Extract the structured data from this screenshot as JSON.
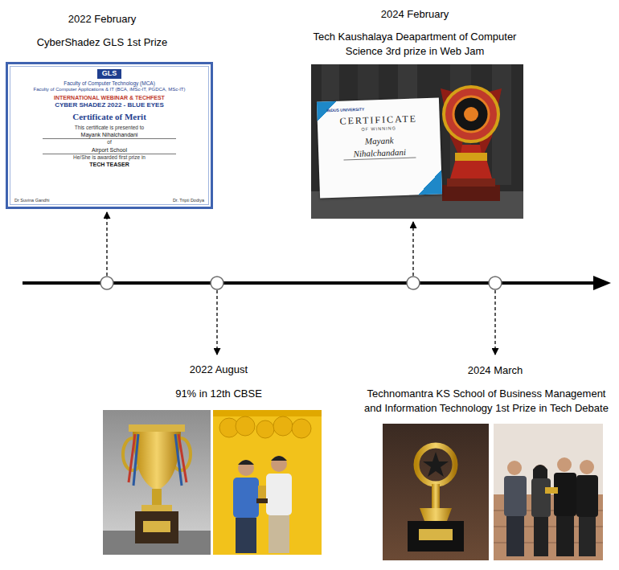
{
  "diagram": {
    "nodes": [
      {
        "text": [
          "GLS",
          "Faculty of Computer Technology (MCA)",
          "Faculty of Computer Applications & IT (BCA, iMSc-IT, PGDCA, MSc-IT)",
          "INTERNATIONAL WEBINAR & TECHFEST",
          "CYBER SHADEZ 2022 - BLUE EYES",
          "Certificate of Merit",
          "This certificate is presented to",
          "Mayank Nihalchandani",
          "of",
          "Airport School",
          "He/She is awarded first prize in",
          "TECH TEASER",
          "Dr Suvina Gandhi",
          "Dr. Tripti Dodiya"
        ]
      },
      {
        "text": [
          "INDUS UNIVERSITY",
          "CERTIFICATE",
          "OF WINNING",
          "Mayank Nihalchandani"
        ]
      }
    ],
    "labels": [
      "2022 February",
      "CyberShadez GLS 1st Prize",
      "2024 February",
      "Tech Kaushalaya Deapartment of Computer Science 3rd prize in Web Jam",
      "2022 August",
      "91% in 12th CBSE",
      "2024 March",
      "Technomantra KS School of Business Management and Information Technology 1st Prize in Tech Debate"
    ]
  }
}
